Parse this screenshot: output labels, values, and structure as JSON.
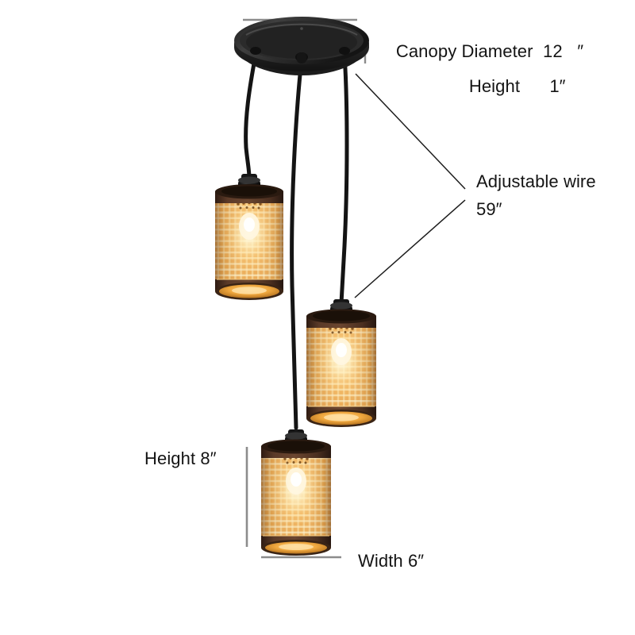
{
  "document": {
    "type": "product-dimension-diagram",
    "subject": "3-light rattan woven pendant chandelier",
    "background_color": "#ffffff"
  },
  "annotations": {
    "canopy_diameter": {
      "label": "Canopy Diameter",
      "value": "12",
      "unit": "″"
    },
    "canopy_height": {
      "label": "Height",
      "value": "1″"
    },
    "adjustable_wire": {
      "label": "Adjustable wire",
      "value": "59″"
    },
    "shade_height": {
      "label": "Height 8″"
    },
    "shade_width": {
      "label": "Width 6″"
    }
  },
  "colors": {
    "text": "#141414",
    "measurement_line": "#8c8c8c",
    "leader_line": "#1c1c1c",
    "canopy_black": "#232323",
    "cord_black": "#141414",
    "shade_rim_dark": "#4a3025",
    "weave_tan": "#e8a64e",
    "weave_light": "#f6d79a",
    "glow_amber": "#ffcf72"
  },
  "fixture": {
    "canopy": {
      "name": "ceiling-canopy",
      "shape": "round-disc",
      "color": "#232323"
    },
    "lamps": [
      {
        "name": "pendant-lamp-upper",
        "position": "upper-left"
      },
      {
        "name": "pendant-lamp-middle",
        "position": "middle-right"
      },
      {
        "name": "pendant-lamp-lower",
        "position": "lower-center"
      }
    ]
  }
}
